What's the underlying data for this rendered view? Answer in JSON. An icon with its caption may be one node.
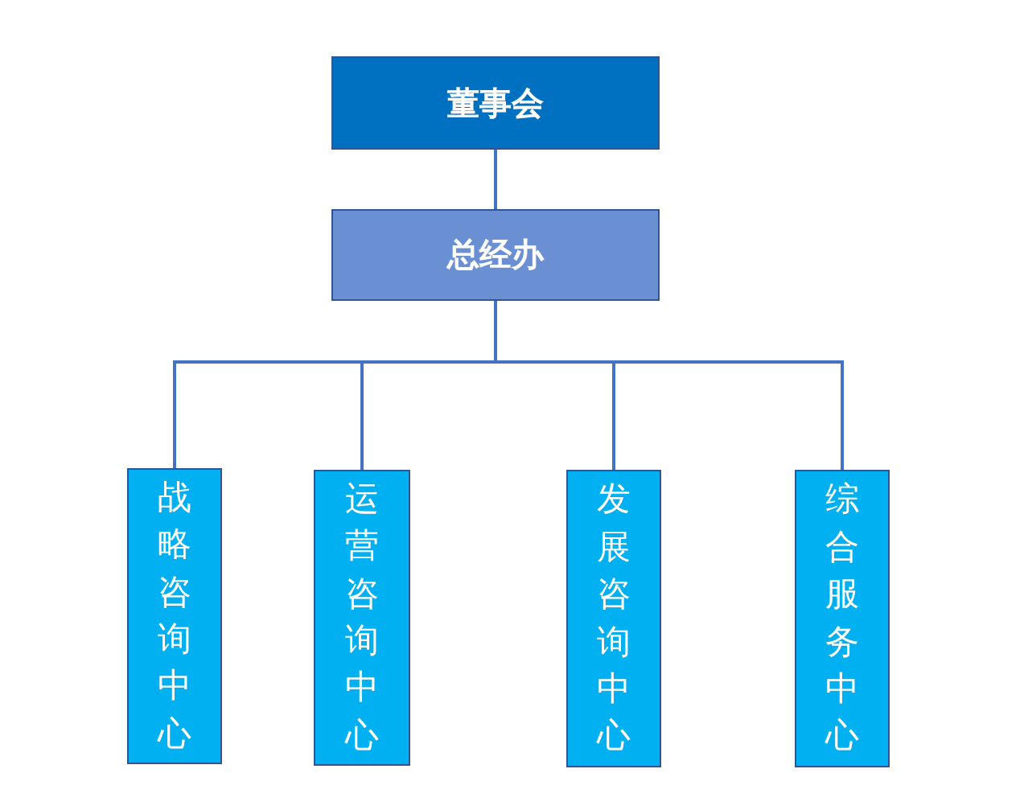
{
  "diagram": {
    "nodes": [
      {
        "text": [
          "董事会"
        ]
      },
      {
        "text": [
          "总经办"
        ]
      },
      {
        "text": [
          "战略咨询中心"
        ]
      },
      {
        "text": [
          "运营咨询中心"
        ]
      },
      {
        "text": [
          "发展咨询中心"
        ]
      },
      {
        "text": [
          "综合服务中心"
        ]
      }
    ],
    "edges": [
      {
        "from": 0,
        "to": 1,
        "arrow": "none"
      },
      {
        "from": 1,
        "to": 2,
        "arrow": "none"
      },
      {
        "from": 1,
        "to": 3,
        "arrow": "none"
      },
      {
        "from": 1,
        "to": 4,
        "arrow": "none"
      },
      {
        "from": 1,
        "to": 5,
        "arrow": "none"
      }
    ]
  }
}
